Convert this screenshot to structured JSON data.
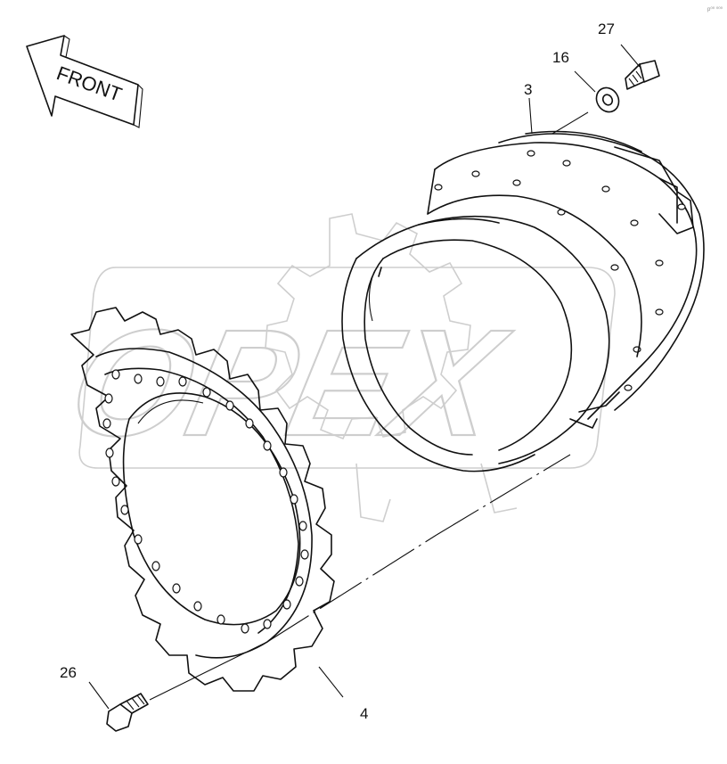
{
  "diagram": {
    "front_arrow_label": "FRONT",
    "watermark_text": "OPEX",
    "corner_code": "p⁰⁰ ⁰⁰⁰",
    "callouts": {
      "c27": "27",
      "c16": "16",
      "c3": "3",
      "c26": "26",
      "c4": "4"
    },
    "line_color": "#111111",
    "watermark_color": "#c9c9c9"
  }
}
